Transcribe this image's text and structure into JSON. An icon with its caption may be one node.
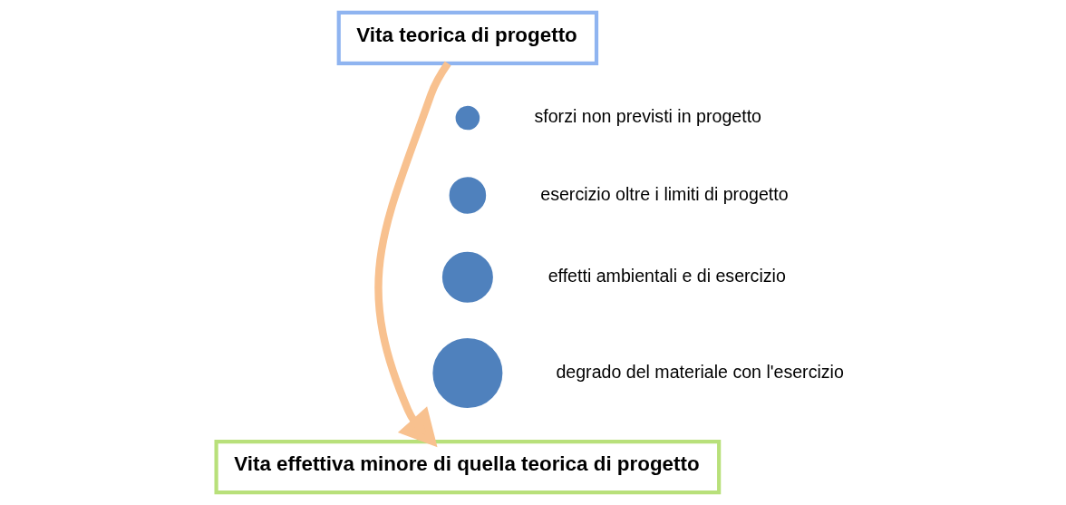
{
  "diagram": {
    "nodes": [
      {
        "text": [
          "Vita teorica di progetto"
        ]
      },
      {
        "text": [
          "Vita effettiva minore di quella teorica di progetto"
        ]
      },
      {
        "text": [],
        "shape": "circle",
        "beside": [
          "sforzi non previsti in progetto"
        ]
      },
      {
        "text": [],
        "shape": "circle",
        "beside": [
          "esercizio oltre i limiti di progetto"
        ]
      },
      {
        "text": [],
        "shape": "circle",
        "beside": [
          "effetti ambientali e di esercizio"
        ]
      },
      {
        "text": [],
        "shape": "circle",
        "beside": [
          "degrado del materiale con l'esercizio"
        ]
      }
    ],
    "edges": [
      {
        "from": 0,
        "to": 1,
        "arrow": "to",
        "color": "#f8c18f"
      }
    ]
  }
}
